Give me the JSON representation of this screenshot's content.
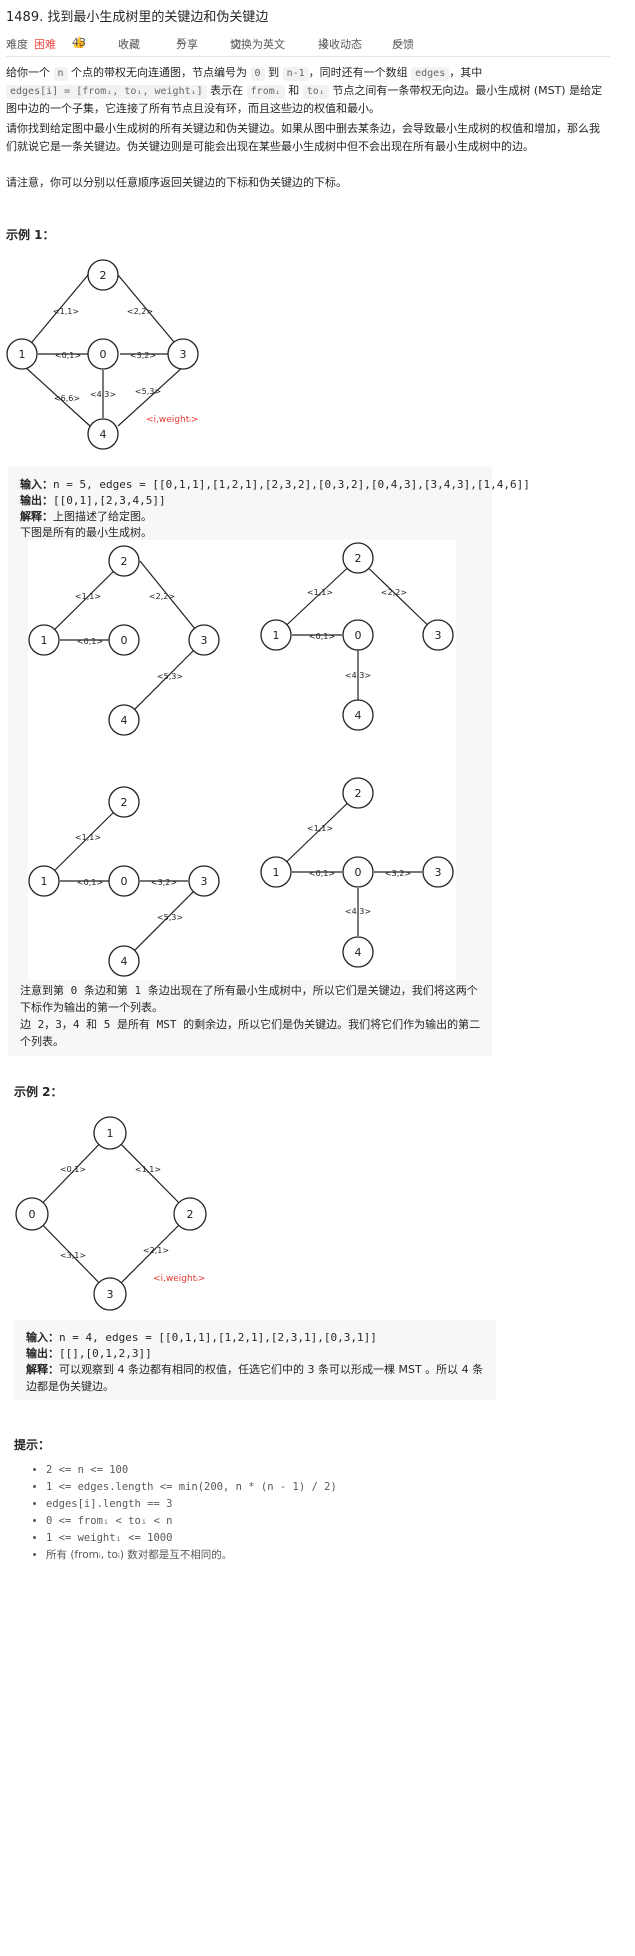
{
  "problem": {
    "title": "1489. 找到最小生成树里的关键边和伪关键边",
    "difficulty_label": "难度",
    "difficulty": "困难",
    "likes": "43",
    "actions": [
      "收藏",
      "分享",
      "切换为英文",
      "接收动态",
      "反馈"
    ]
  },
  "description": {
    "p1_a": "给你一个",
    "p1_n": "n",
    "p1_b": "个点的带权无向连通图，节点编号为",
    "p1_zero": "0",
    "p1_to": "到",
    "p1_n1": "n-1",
    "p1_c": "，同时还有一个数组",
    "p1_edges": "edges",
    "p1_d": "，其中",
    "p1_edge_expr": "edges[i] = [fromᵢ, toᵢ, weightᵢ]",
    "p1_e": "表示在",
    "p1_from": "fromᵢ",
    "p1_and": "和",
    "p1_to2": "toᵢ",
    "p1_f": "节点之间有一条带权无向边。最小生成树 (MST) 是给定图中边的一个子集，它连接了所有节点且没有环，而且这些边的权值和最小。",
    "p2": "请你找到给定图中最小生成树的所有关键边和伪关键边。如果从图中删去某条边，会导致最小生成树的权值和增加，那么我们就说它是一条关键边。伪关键边则是可能会出现在某些最小生成树中但不会出现在所有最小生成树中的边。",
    "p3": "请注意，你可以分别以任意顺序返回关键边的下标和伪关键边的下标。"
  },
  "example1": {
    "heading": "示例 1：",
    "legend": "<i,weightᵢ>",
    "nodes": [
      "0",
      "1",
      "2",
      "3",
      "4"
    ],
    "edge_labels": [
      "<0,1>",
      "<1,1>",
      "<2,2>",
      "<3,2>",
      "<4,3>",
      "<5,3>",
      "<6,6>"
    ],
    "input_label": "输入：",
    "input": "n = 5, edges = [[0,1,1],[1,2,1],[2,3,2],[0,3,2],[0,4,3],[3,4,3],[1,4,6]]",
    "output_label": "输出：",
    "output": "[[0,1],[2,3,4,5]]",
    "explain_label": "解释：",
    "explain": "上图描述了给定图。",
    "note": "下图是所有的最小生成树。",
    "after1": "注意到第 0 条边和第 1 条边出现在了所有最小生成树中，所以它们是关键边，我们将这两个下标作为输出的第一个列表。",
    "after2": "边 2，3，4 和 5 是所有 MST 的剩余边，所以它们是伪关键边。我们将它们作为输出的第二个列表。"
  },
  "example2": {
    "heading": "示例 2：",
    "legend": "<i,weightᵢ>",
    "nodes": [
      "0",
      "1",
      "2",
      "3"
    ],
    "edge_labels": [
      "<0,1>",
      "<1,1>",
      "<2,1>",
      "<3,1>"
    ],
    "input_label": "输入：",
    "input": "n = 4, edges = [[0,1,1],[1,2,1],[2,3,1],[0,3,1]]",
    "output_label": "输出：",
    "output": "[[],[0,1,2,3]]",
    "explain_label": "解释：",
    "explain": "可以观察到 4 条边都有相同的权值，任选它们中的 3 条可以形成一棵 MST 。所以 4 条边都是伪关键边。"
  },
  "hints": {
    "heading": "提示：",
    "items": [
      "2 <= n <= 100",
      "1 <= edges.length <= min(200, n * (n - 1) / 2)",
      "edges[i].length == 3",
      "0 <= fromᵢ < toᵢ < n",
      "1 <= weightᵢ <= 1000",
      "所有 (fromᵢ, toᵢ) 数对都是互不相同的。"
    ]
  }
}
